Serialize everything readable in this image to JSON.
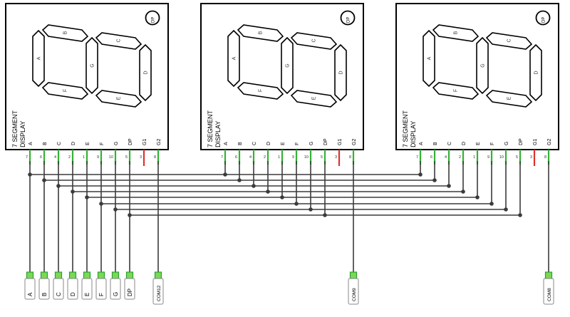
{
  "colors": {
    "wire": "#3b3b3b",
    "pin_connected": "#35b235",
    "pin_unconnected": "#e03030",
    "pad_fill": "#79d957",
    "pad_border": "#2f9e2f",
    "component_outline": "#000000",
    "label_box_border": "#8a8a8a"
  },
  "displays": [
    {
      "part_label_line1": "7 SEGMENT",
      "part_label_line2": "DISPLAY",
      "dp_label": "DP",
      "segment_labels": {
        "A": "A",
        "B": "B",
        "C": "C",
        "D": "D",
        "E": "E",
        "F": "F",
        "G": "G"
      },
      "pins": [
        {
          "label": "A",
          "number": "7"
        },
        {
          "label": "B",
          "number": "6"
        },
        {
          "label": "C",
          "number": "4"
        },
        {
          "label": "D",
          "number": "2"
        },
        {
          "label": "E",
          "number": "1"
        },
        {
          "label": "F",
          "number": "9"
        },
        {
          "label": "G",
          "number": "10"
        },
        {
          "label": "DP",
          "number": "5"
        },
        {
          "label": "G1",
          "number": "3"
        },
        {
          "label": "G2",
          "number": "8"
        }
      ]
    },
    {
      "part_label_line1": "7 SEGMENT",
      "part_label_line2": "DISPLAY",
      "dp_label": "DP",
      "segment_labels": {
        "A": "A",
        "B": "B",
        "C": "C",
        "D": "D",
        "E": "E",
        "F": "F",
        "G": "G"
      },
      "pins": [
        {
          "label": "A",
          "number": "7"
        },
        {
          "label": "B",
          "number": "6"
        },
        {
          "label": "C",
          "number": "4"
        },
        {
          "label": "D",
          "number": "2"
        },
        {
          "label": "E",
          "number": "1"
        },
        {
          "label": "F",
          "number": "9"
        },
        {
          "label": "G",
          "number": "10"
        },
        {
          "label": "DP",
          "number": "5"
        },
        {
          "label": "G1",
          "number": "3"
        },
        {
          "label": "G2",
          "number": "8"
        }
      ]
    },
    {
      "part_label_line1": "7 SEGMENT",
      "part_label_line2": "DISPLAY",
      "dp_label": "DP",
      "segment_labels": {
        "A": "A",
        "B": "B",
        "C": "C",
        "D": "D",
        "E": "E",
        "F": "F",
        "G": "G"
      },
      "pins": [
        {
          "label": "A",
          "number": "7"
        },
        {
          "label": "B",
          "number": "6"
        },
        {
          "label": "C",
          "number": "4"
        },
        {
          "label": "D",
          "number": "2"
        },
        {
          "label": "E",
          "number": "1"
        },
        {
          "label": "F",
          "number": "9"
        },
        {
          "label": "G",
          "number": "10"
        },
        {
          "label": "DP",
          "number": "5"
        },
        {
          "label": "G1",
          "number": "3"
        },
        {
          "label": "G2",
          "number": "8"
        }
      ]
    }
  ],
  "terminals": [
    {
      "label": "A"
    },
    {
      "label": "B"
    },
    {
      "label": "C"
    },
    {
      "label": "D"
    },
    {
      "label": "E"
    },
    {
      "label": "F"
    },
    {
      "label": "G"
    },
    {
      "label": "DP"
    },
    {
      "label": "COM12"
    },
    {
      "label": "COM9"
    },
    {
      "label": "COM8"
    }
  ]
}
